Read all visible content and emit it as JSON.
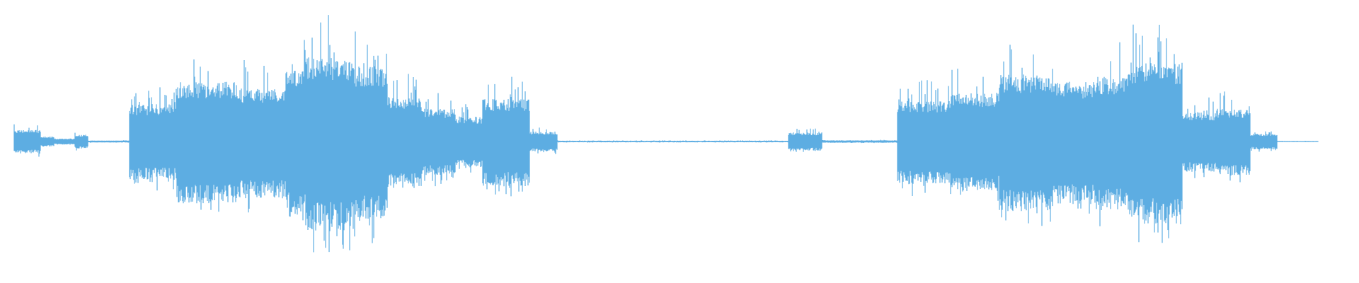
{
  "waveform": {
    "color": "#5dade2",
    "background": "#ffffff",
    "segments": [
      {
        "start": 0.01,
        "end": 0.03,
        "level": 0.12,
        "jitter": 0.25
      },
      {
        "start": 0.03,
        "end": 0.04,
        "level": 0.05,
        "jitter": 0.2
      },
      {
        "start": 0.04,
        "end": 0.055,
        "level": 0.03,
        "jitter": 0.1
      },
      {
        "start": 0.055,
        "end": 0.065,
        "level": 0.07,
        "jitter": 0.2
      },
      {
        "start": 0.065,
        "end": 0.095,
        "level": 0.01,
        "jitter": 0.1
      },
      {
        "start": 0.095,
        "end": 0.13,
        "level": 0.38,
        "jitter": 0.55
      },
      {
        "start": 0.13,
        "end": 0.175,
        "level": 0.62,
        "jitter": 0.18
      },
      {
        "start": 0.175,
        "end": 0.21,
        "level": 0.56,
        "jitter": 0.15
      },
      {
        "start": 0.21,
        "end": 0.225,
        "level": 0.74,
        "jitter": 0.45
      },
      {
        "start": 0.225,
        "end": 0.26,
        "level": 0.88,
        "jitter": 0.35
      },
      {
        "start": 0.26,
        "end": 0.285,
        "level": 0.78,
        "jitter": 0.4
      },
      {
        "start": 0.285,
        "end": 0.31,
        "level": 0.46,
        "jitter": 0.35
      },
      {
        "start": 0.31,
        "end": 0.335,
        "level": 0.34,
        "jitter": 0.4
      },
      {
        "start": 0.335,
        "end": 0.355,
        "level": 0.26,
        "jitter": 0.3
      },
      {
        "start": 0.355,
        "end": 0.39,
        "level": 0.44,
        "jitter": 0.55
      },
      {
        "start": 0.39,
        "end": 0.41,
        "level": 0.1,
        "jitter": 0.4
      },
      {
        "start": 0.41,
        "end": 0.58,
        "level": 0.008,
        "jitter": 0.5
      },
      {
        "start": 0.58,
        "end": 0.605,
        "level": 0.09,
        "jitter": 0.6
      },
      {
        "start": 0.605,
        "end": 0.66,
        "level": 0.012,
        "jitter": 0.4
      },
      {
        "start": 0.66,
        "end": 0.7,
        "level": 0.42,
        "jitter": 0.5
      },
      {
        "start": 0.7,
        "end": 0.735,
        "level": 0.5,
        "jitter": 0.3
      },
      {
        "start": 0.735,
        "end": 0.775,
        "level": 0.7,
        "jitter": 0.25
      },
      {
        "start": 0.775,
        "end": 0.805,
        "level": 0.62,
        "jitter": 0.15
      },
      {
        "start": 0.805,
        "end": 0.83,
        "level": 0.68,
        "jitter": 0.15
      },
      {
        "start": 0.83,
        "end": 0.87,
        "level": 0.82,
        "jitter": 0.4
      },
      {
        "start": 0.87,
        "end": 0.895,
        "level": 0.3,
        "jitter": 0.35
      },
      {
        "start": 0.895,
        "end": 0.92,
        "level": 0.34,
        "jitter": 0.4
      },
      {
        "start": 0.92,
        "end": 0.94,
        "level": 0.08,
        "jitter": 0.4
      },
      {
        "start": 0.94,
        "end": 0.97,
        "level": 0.005,
        "jitter": 0.5
      }
    ]
  }
}
